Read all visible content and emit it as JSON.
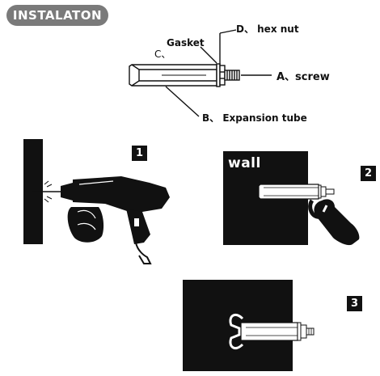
{
  "title": "INSTALATON",
  "labels": {
    "hex_nut": "D、 hex nut",
    "gasket": "Gasket",
    "gasket_letter": "C、",
    "screw": "A、screw",
    "expansion_tube": "B、 Expansion tube"
  },
  "steps": {
    "one": "1",
    "two": "2",
    "three": "3"
  },
  "wall_label": "wall",
  "colors": {
    "badge_bg": "#7a7a7a",
    "ink": "#111111",
    "background": "#ffffff"
  }
}
